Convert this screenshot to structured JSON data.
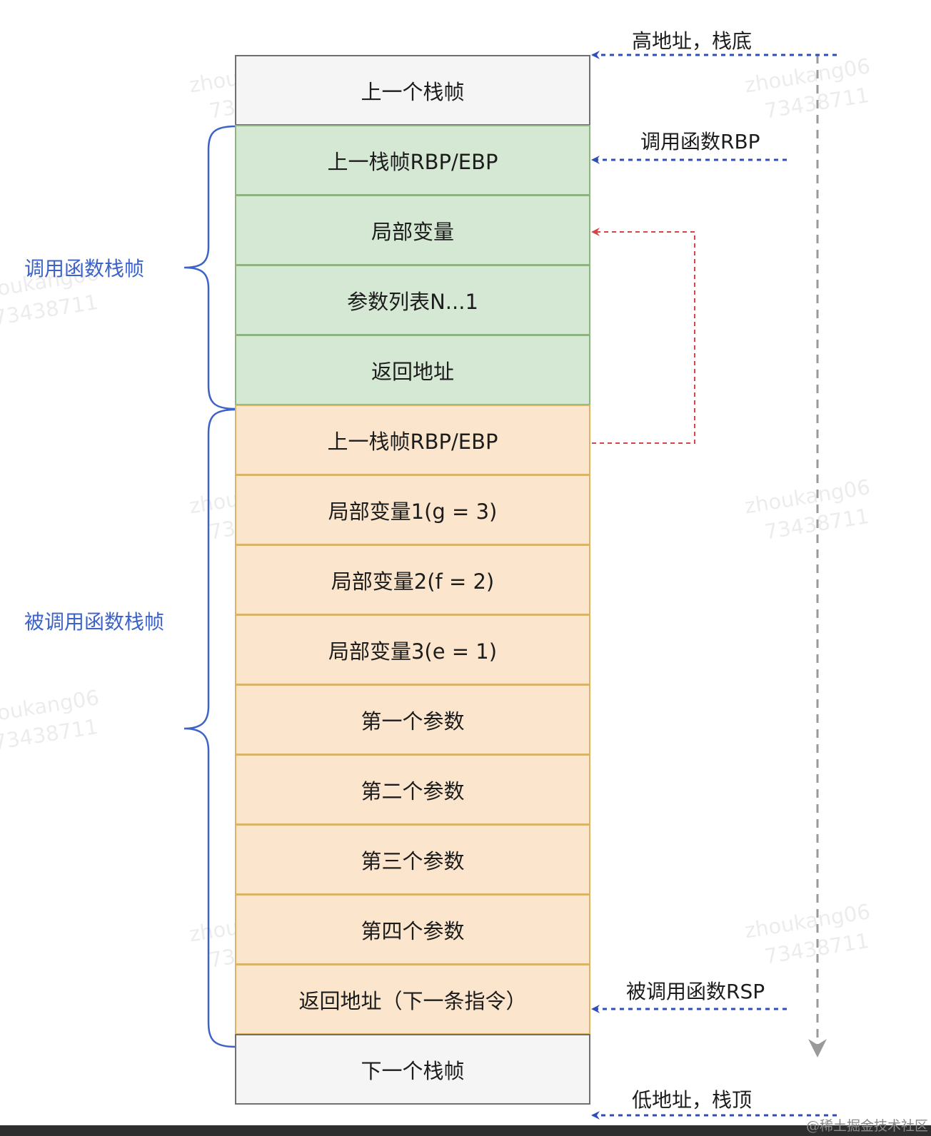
{
  "diagram": {
    "cells": [
      {
        "label": "上一个栈帧",
        "group": "grey"
      },
      {
        "label": "上一栈帧RBP/EBP",
        "group": "green"
      },
      {
        "label": "局部变量",
        "group": "green"
      },
      {
        "label": "参数列表N...1",
        "group": "green"
      },
      {
        "label": "返回地址",
        "group": "green"
      },
      {
        "label": "上一栈帧RBP/EBP",
        "group": "orange"
      },
      {
        "label": "局部变量1(g = 3)",
        "group": "orange"
      },
      {
        "label": "局部变量2(f = 2)",
        "group": "orange"
      },
      {
        "label": "局部变量3(e = 1)",
        "group": "orange"
      },
      {
        "label": "第一个参数",
        "group": "orange"
      },
      {
        "label": "第二个参数",
        "group": "orange"
      },
      {
        "label": "第三个参数",
        "group": "orange"
      },
      {
        "label": "第四个参数",
        "group": "orange"
      },
      {
        "label": "返回地址（下一条指令）",
        "group": "orange"
      },
      {
        "label": "下一个栈帧",
        "group": "grey"
      }
    ],
    "pointers": {
      "high_address": "高地址，栈底",
      "caller_rbp": "调用函数RBP",
      "callee_rsp": "被调用函数RSP",
      "low_address": "低地址，栈顶"
    },
    "braces": {
      "caller_frame": "调用函数栈帧",
      "callee_frame": "被调用函数栈帧"
    },
    "colors": {
      "grey_fill": "#f5f5f5",
      "green_fill": "#d5e8d4",
      "orange_fill": "#fbe6cd",
      "pointer_blue": "#2f4fb8",
      "link_red": "#d64545",
      "direction_grey": "#9a9a9a",
      "brace_blue": "#3d63c8"
    }
  },
  "watermark": {
    "line1": "zhoukang06",
    "line2": "73438711"
  },
  "credit": "@稀土掘金技术社区"
}
